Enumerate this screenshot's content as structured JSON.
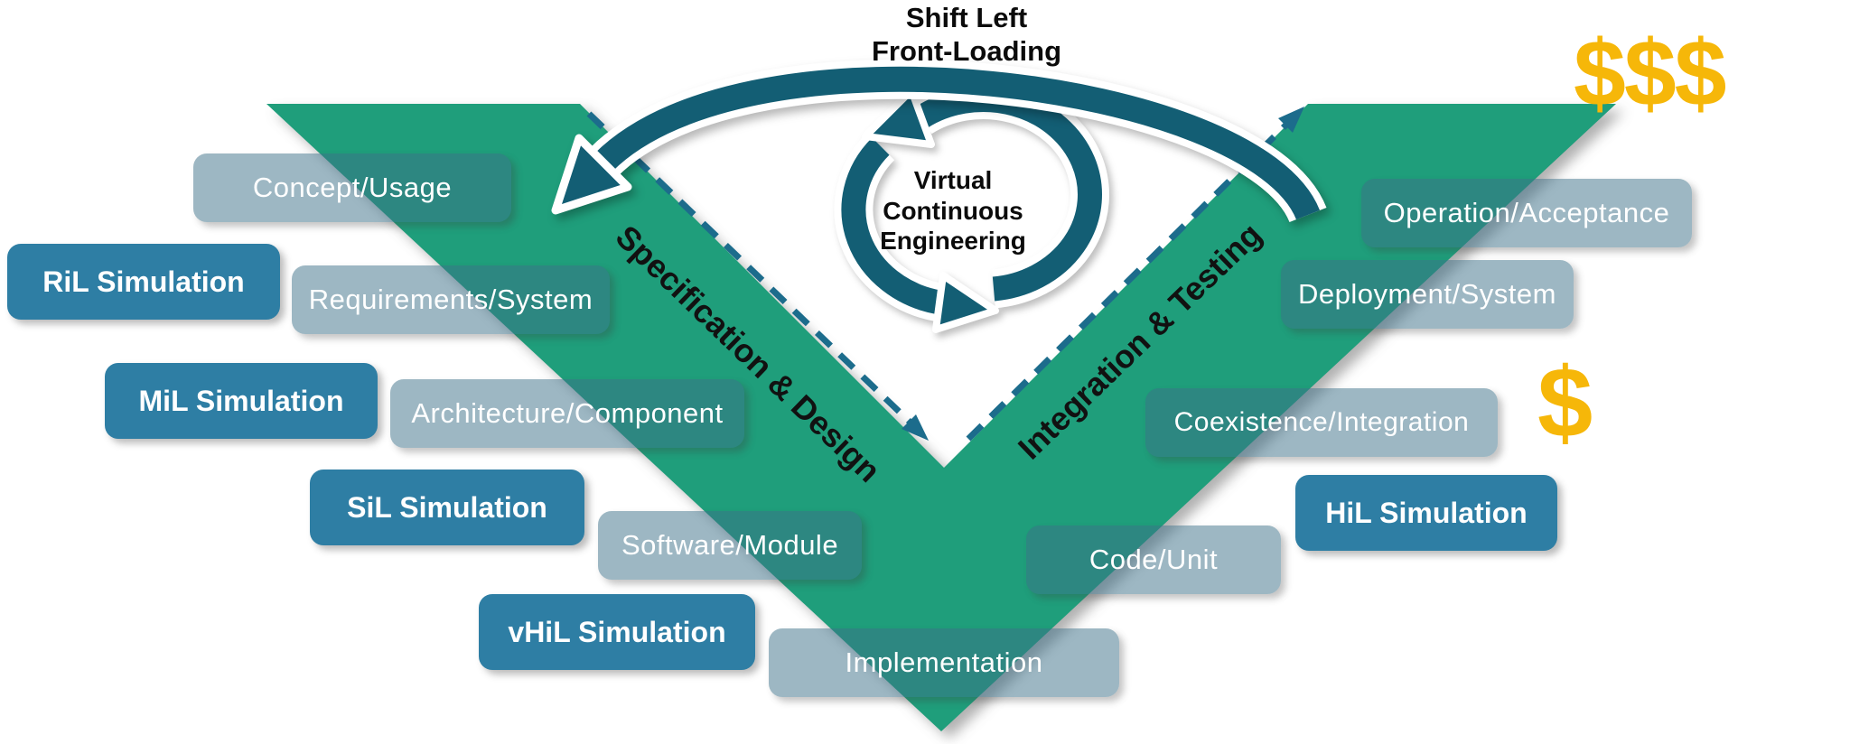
{
  "title": {
    "line1": "Shift Left",
    "line2": "Front-Loading"
  },
  "center_cycle": {
    "line1": "Virtual",
    "line2": "Continuous",
    "line3": "Engineering"
  },
  "branch_labels": {
    "left": "Specification & Design",
    "right": "Integration & Testing"
  },
  "stages": [
    "Concept/Usage",
    "Requirements/System",
    "Architecture/Component",
    "Software/Module",
    "Implementation",
    "Code/Unit",
    "Coexistence/Integration",
    "Deployment/System",
    "Operation/Acceptance"
  ],
  "simulations": [
    "RiL Simulation",
    "MiL Simulation",
    "SiL Simulation",
    "vHiL Simulation",
    "HiL Simulation"
  ],
  "cost_indicators": {
    "high": "$$$",
    "low": "$"
  },
  "colors": {
    "v_green": "#1F9E7B",
    "arrow_teal": "#135E74",
    "dashed_blue": "#1C6C8C",
    "sim_box_blue": "#2E7EA4",
    "stage_box_slate": "rgba(59,111,135,0.5)",
    "dollar_gold": "#F6B709",
    "text_black": "#0B0B0B"
  }
}
